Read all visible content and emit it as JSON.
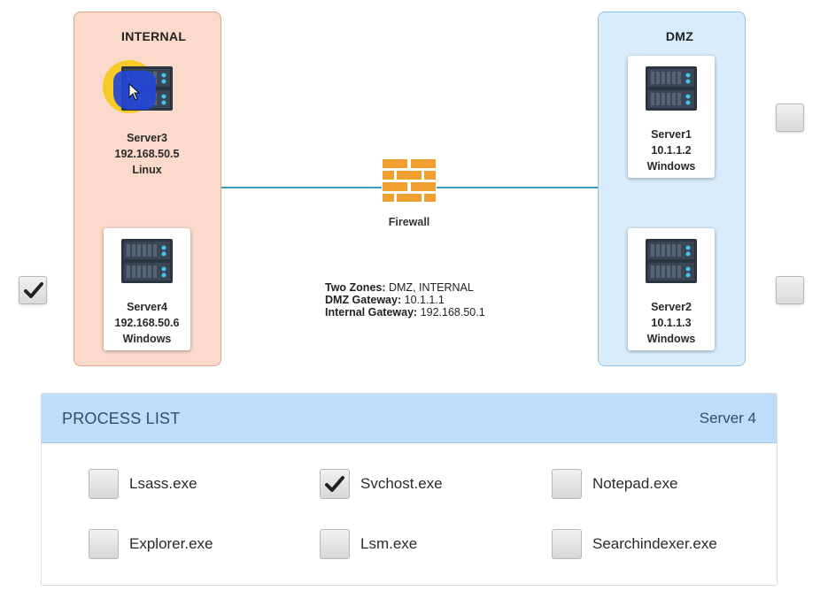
{
  "zones": {
    "internal": {
      "title": "INTERNAL",
      "fill": "#fbd9cb"
    },
    "dmz": {
      "title": "DMZ",
      "fill": "#d8ecfb"
    }
  },
  "servers": {
    "server3": {
      "name": "Server3",
      "ip": "192.168.50.5",
      "os": "Linux",
      "selected": true
    },
    "server4": {
      "name": "Server4",
      "ip": "192.168.50.6",
      "os": "Windows"
    },
    "server1": {
      "name": "Server1",
      "ip": "10.1.1.2",
      "os": "Windows"
    },
    "server2": {
      "name": "Server2",
      "ip": "10.1.1.3",
      "os": "Windows"
    }
  },
  "firewall": {
    "label": "Firewall",
    "icon": "firewall-icon",
    "color": "#f0a030"
  },
  "info": {
    "zones_label": "Two Zones:",
    "zones_value": " DMZ, INTERNAL",
    "dmz_gateway_label": "DMZ Gateway:",
    "dmz_gateway_value": " 10.1.1.1",
    "internal_gateway_label": "Internal Gateway:",
    "internal_gateway_value": " 192.168.50.1"
  },
  "side_checkboxes": {
    "left": {
      "checked": true
    },
    "right_top": {
      "checked": false
    },
    "right_bottom": {
      "checked": false
    }
  },
  "process_list": {
    "title": "PROCESS LIST",
    "server": "Server 4",
    "items": [
      {
        "label": "Lsass.exe",
        "checked": false
      },
      {
        "label": "Svchost.exe",
        "checked": true
      },
      {
        "label": "Notepad.exe",
        "checked": false
      },
      {
        "label": "Explorer.exe",
        "checked": false
      },
      {
        "label": "Lsm.exe",
        "checked": false
      },
      {
        "label": "Searchindexer.exe",
        "checked": false
      }
    ]
  },
  "colors": {
    "link": "#3a9fb8",
    "header": "#bfdcf8",
    "header_text": "#2d4f6e",
    "cursor_highlight": "#f6cb28"
  }
}
